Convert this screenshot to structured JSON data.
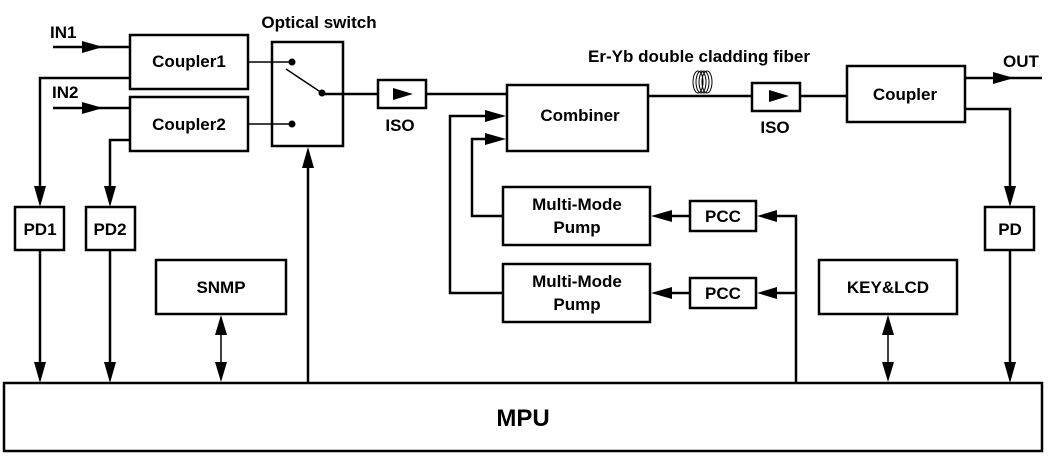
{
  "title": "Er-Yb double cladding fiber amplifier block diagram",
  "inputs": {
    "in1": "IN1",
    "in2": "IN2"
  },
  "output": "OUT",
  "blocks": {
    "coupler1": "Coupler1",
    "coupler2": "Coupler2",
    "optical_switch": "Optical switch",
    "iso_input": "ISO",
    "combiner": "Combiner",
    "fiber": "Er-Yb double cladding fiber",
    "iso_output": "ISO",
    "coupler_out": "Coupler",
    "pd1": "PD1",
    "pd2": "PD2",
    "pd_out": "PD",
    "snmp": "SNMP",
    "pump1_line1": "Multi-Mode",
    "pump1_line2": "Pump",
    "pump2_line1": "Multi-Mode",
    "pump2_line2": "Pump",
    "pcc1": "PCC",
    "pcc2": "PCC",
    "key_lcd": "KEY&LCD",
    "mpu": "MPU"
  },
  "connections": [
    {
      "from": "IN1",
      "to": "Coupler1"
    },
    {
      "from": "IN2",
      "to": "Coupler2"
    },
    {
      "from": "Coupler1",
      "to": "Optical switch"
    },
    {
      "from": "Coupler2",
      "to": "Optical switch"
    },
    {
      "from": "Coupler1",
      "to": "PD1"
    },
    {
      "from": "Coupler2",
      "to": "PD2"
    },
    {
      "from": "Optical switch",
      "to": "ISO"
    },
    {
      "from": "ISO",
      "to": "Combiner"
    },
    {
      "from": "Combiner",
      "to": "Er-Yb double cladding fiber"
    },
    {
      "from": "Er-Yb double cladding fiber",
      "to": "ISO"
    },
    {
      "from": "ISO",
      "to": "Coupler"
    },
    {
      "from": "Coupler",
      "to": "OUT"
    },
    {
      "from": "Coupler",
      "to": "PD"
    },
    {
      "from": "Multi-Mode Pump 1",
      "to": "Combiner"
    },
    {
      "from": "Multi-Mode Pump 2",
      "to": "Combiner"
    },
    {
      "from": "PCC 1",
      "to": "Multi-Mode Pump 1"
    },
    {
      "from": "PCC 2",
      "to": "Multi-Mode Pump 2"
    },
    {
      "from": "MPU",
      "to": "PCC 1"
    },
    {
      "from": "MPU",
      "to": "PCC 2"
    },
    {
      "from": "MPU",
      "to": "Optical switch"
    },
    {
      "from": "PD1",
      "to": "MPU"
    },
    {
      "from": "PD2",
      "to": "MPU"
    },
    {
      "from": "PD",
      "to": "MPU"
    },
    {
      "from": "SNMP",
      "to": "MPU",
      "bidirectional": true
    },
    {
      "from": "KEY&LCD",
      "to": "MPU",
      "bidirectional": true
    }
  ]
}
